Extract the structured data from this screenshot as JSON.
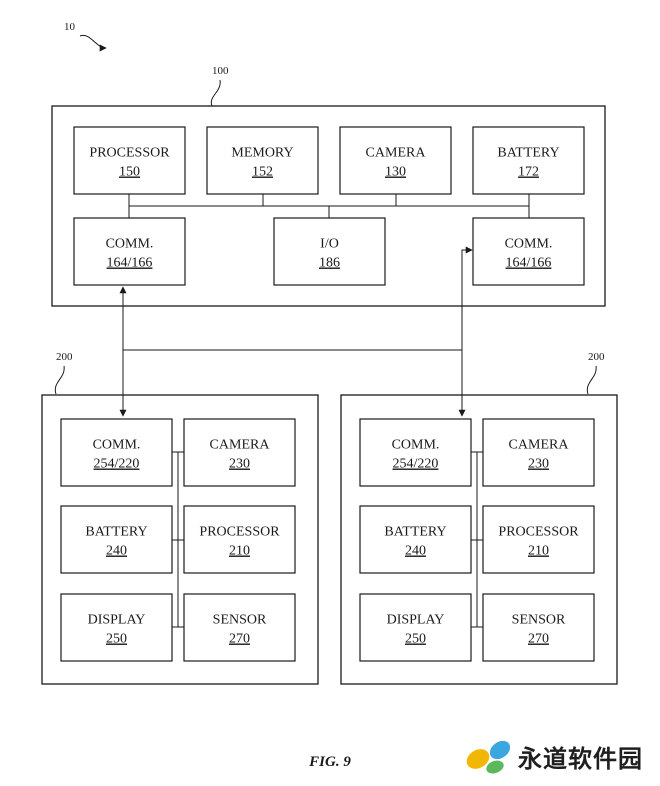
{
  "refs": {
    "system": "10",
    "device": "100",
    "remote_left": "200",
    "remote_right": "200"
  },
  "device": {
    "top_row": [
      {
        "label": "PROCESSOR",
        "num": "150"
      },
      {
        "label": "MEMORY",
        "num": "152"
      },
      {
        "label": "CAMERA",
        "num": "130"
      },
      {
        "label": "BATTERY",
        "num": "172"
      }
    ],
    "bottom_row": [
      {
        "label": "COMM.",
        "num": "164/166"
      },
      {
        "label": "I/O",
        "num": "186"
      },
      {
        "label": "COMM.",
        "num": "164/166"
      }
    ]
  },
  "remote_left": {
    "blocks": [
      {
        "label": "COMM.",
        "num": "254/220"
      },
      {
        "label": "CAMERA",
        "num": "230"
      },
      {
        "label": "BATTERY",
        "num": "240"
      },
      {
        "label": "PROCESSOR",
        "num": "210"
      },
      {
        "label": "DISPLAY",
        "num": "250"
      },
      {
        "label": "SENSOR",
        "num": "270"
      }
    ]
  },
  "remote_right": {
    "blocks": [
      {
        "label": "COMM.",
        "num": "254/220"
      },
      {
        "label": "CAMERA",
        "num": "230"
      },
      {
        "label": "BATTERY",
        "num": "240"
      },
      {
        "label": "PROCESSOR",
        "num": "210"
      },
      {
        "label": "DISPLAY",
        "num": "250"
      },
      {
        "label": "SENSOR",
        "num": "270"
      }
    ]
  },
  "figure_label": "FIG. 9",
  "watermark": {
    "text": "永道软件园",
    "colors": [
      "#f2b705",
      "#3aa7e0",
      "#5cb85c"
    ]
  }
}
